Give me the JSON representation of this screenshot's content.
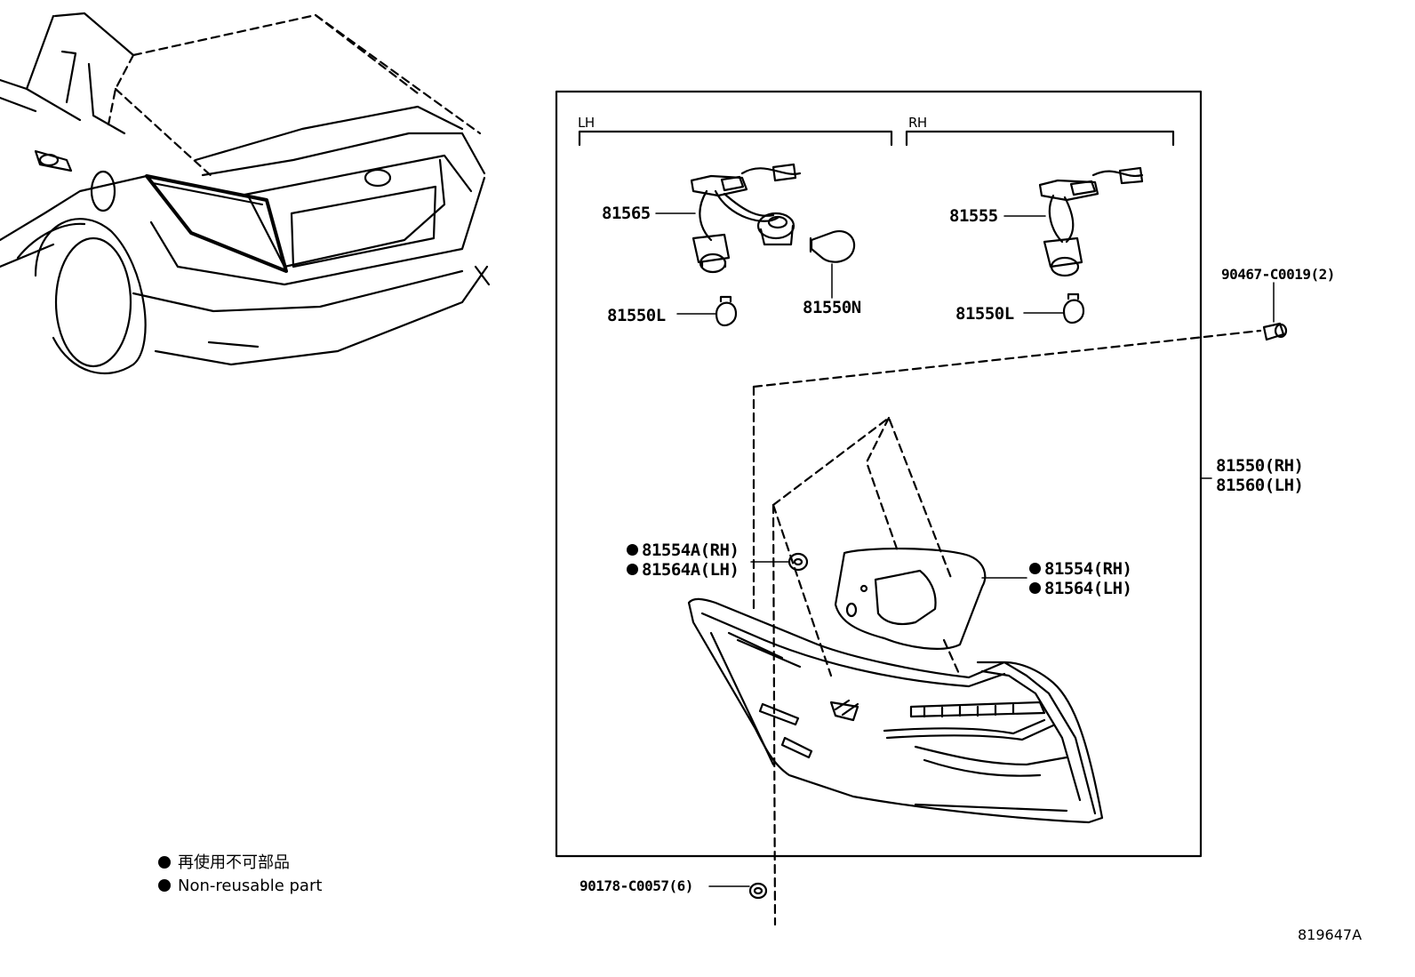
{
  "section_labels": {
    "lh": "LH",
    "rh": "RH"
  },
  "parts": {
    "socket_lh": "81565",
    "socket_rh": "81555",
    "bulb_n": "81550N",
    "bulb_l_lh": "81550L",
    "bulb_l_rh": "81550L",
    "clip": "90467-C0019(2)",
    "lamp_rh": "81550(RH)",
    "lamp_lh": "81560(LH)",
    "cushion_a_rh": "81554A(RH)",
    "cushion_a_lh": "81564A(LH)",
    "gasket_rh": "81554(RH)",
    "gasket_lh": "81564(LH)",
    "nut": "90178-C0057(6)"
  },
  "legend": {
    "jp": "再使用不可部品",
    "en": "Non-reusable part"
  },
  "diagram_id": "819647A",
  "colors": {
    "line": "#000000",
    "background": "#ffffff"
  }
}
